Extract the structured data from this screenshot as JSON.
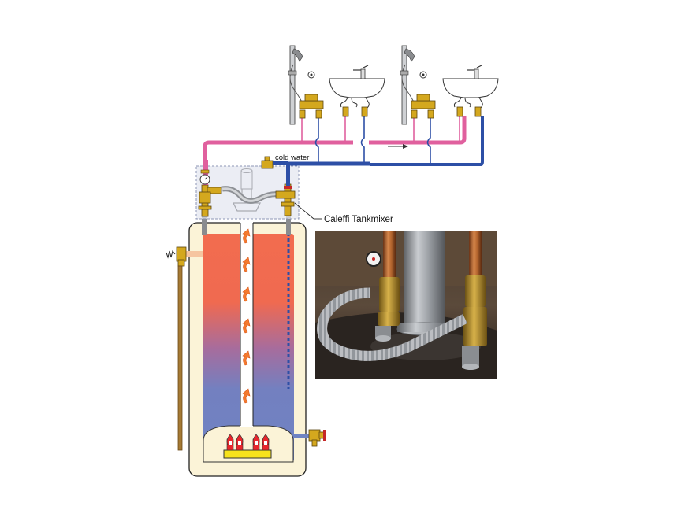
{
  "labels": {
    "cold_water": "cold water",
    "tankmixer": "Caleffi Tankmixer"
  },
  "colors": {
    "hot_pipe": "#e0609e",
    "cold_pipe": "#2d4fa6",
    "hot_water_top": "#f26c4f",
    "cold_water_bottom": "#6f83c3",
    "tank_jacket": "#fbf3d7",
    "brass": "#d4a81e",
    "flame": "#e8262c",
    "burner": "#f6e21c"
  },
  "icons": {
    "showers": "shower-icon",
    "sinks": "sink-faucet-icon",
    "flow_arrows": "heat-flow-arrow-icon",
    "photo": "tankmixer-installation-photo"
  }
}
